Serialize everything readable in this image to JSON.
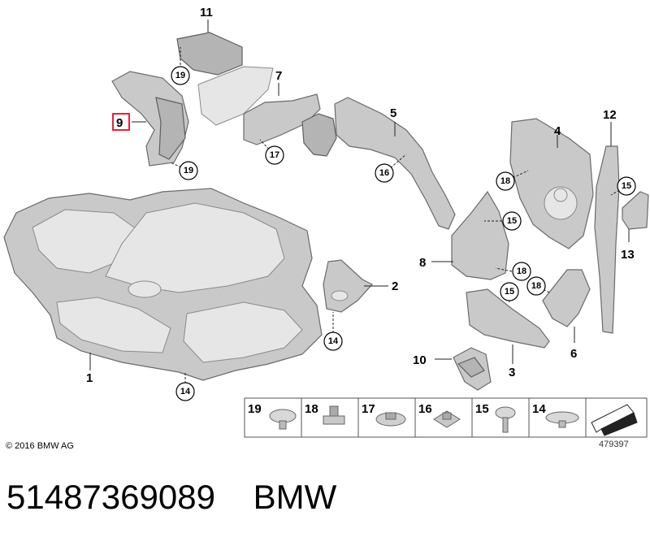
{
  "callouts": {
    "c1": "1",
    "c2": "2",
    "c3": "3",
    "c4": "4",
    "c5": "5",
    "c6": "6",
    "c7": "7",
    "c8": "8",
    "c9": "9",
    "c10": "10",
    "c11": "11",
    "c12": "12",
    "c13": "13"
  },
  "circles": {
    "a": "19",
    "b": "19",
    "c": "17",
    "d": "16",
    "e": "18",
    "f": "15",
    "g": "15",
    "h": "18",
    "i": "18",
    "j": "15",
    "k": "14",
    "l": "14"
  },
  "legend": {
    "l19": "19",
    "l18": "18",
    "l17": "17",
    "l16": "16",
    "l15": "15",
    "l14": "14"
  },
  "highlight_color": "#e0263a",
  "footer": {
    "copyright": "© 2016 BMW AG",
    "image_number": "479397",
    "part_number": "51487369089",
    "brand": "BMW"
  }
}
